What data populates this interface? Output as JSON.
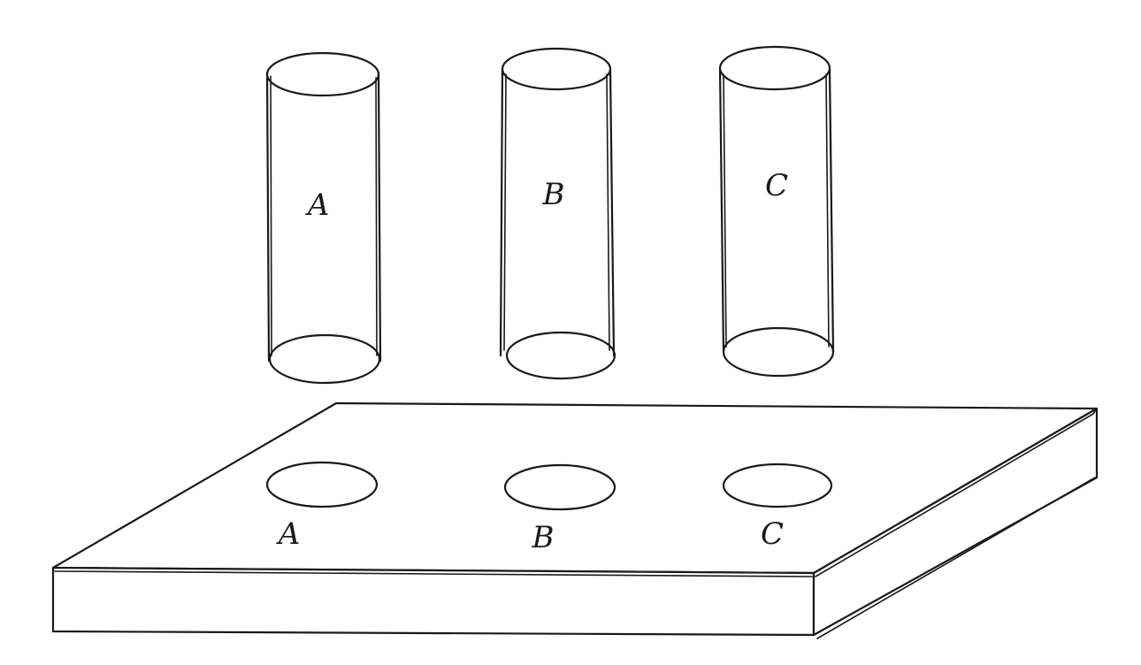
{
  "cylinders": [
    {
      "label": "A"
    },
    {
      "label": "B"
    },
    {
      "label": "C"
    }
  ],
  "holes": [
    {
      "label": "A"
    },
    {
      "label": "B"
    },
    {
      "label": "C"
    }
  ],
  "colors": {
    "ink": "#1a1a1a",
    "background": "#ffffff"
  }
}
